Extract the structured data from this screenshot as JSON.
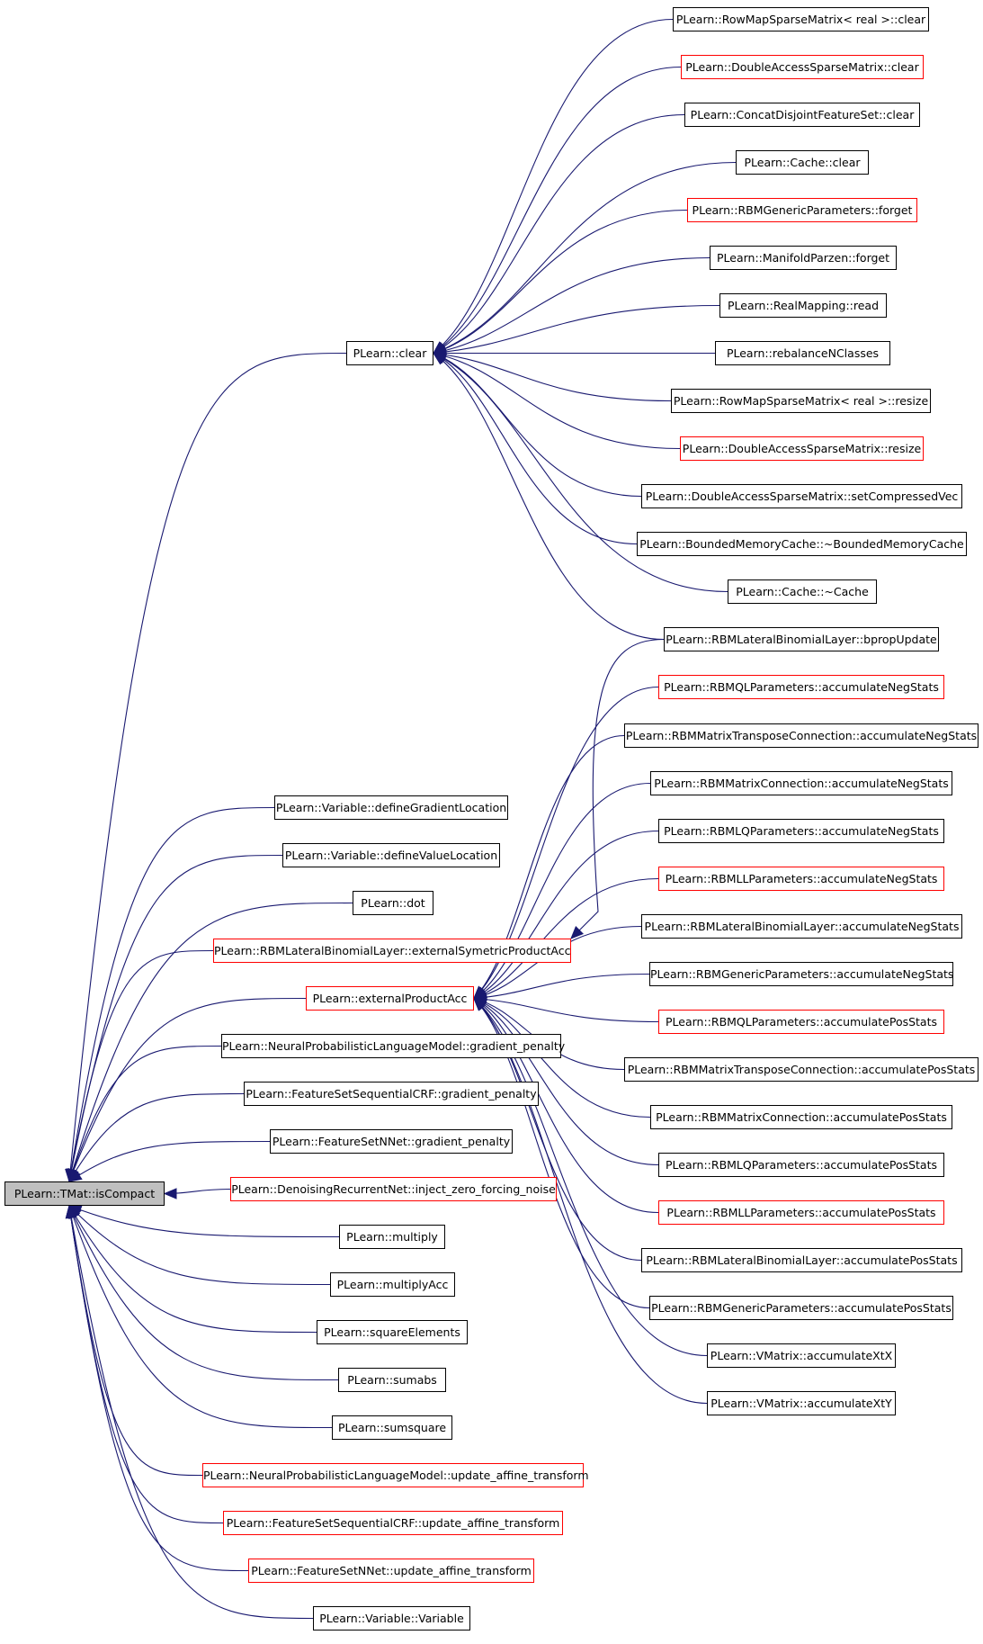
{
  "diagram": {
    "type": "call-graph",
    "colors": {
      "edge": "#191970",
      "node_border": "#000000",
      "node_border_partial": "#ff0000",
      "root_fill": "#bfbfbf"
    },
    "nodes": [
      {
        "id": "root",
        "label": "PLearn::TMat::isCompact",
        "kind": "root"
      },
      {
        "id": "clear",
        "label": "PLearn::clear",
        "kind": "normal"
      },
      {
        "id": "c1",
        "label": "PLearn::RowMapSparseMatrix< real >::clear",
        "kind": "normal"
      },
      {
        "id": "c2",
        "label": "PLearn::DoubleAccessSparseMatrix::clear",
        "kind": "partial"
      },
      {
        "id": "c3",
        "label": "PLearn::ConcatDisjointFeatureSet::clear",
        "kind": "normal"
      },
      {
        "id": "c4",
        "label": "PLearn::Cache::clear",
        "kind": "normal"
      },
      {
        "id": "c5",
        "label": "PLearn::RBMGenericParameters::forget",
        "kind": "partial"
      },
      {
        "id": "c6",
        "label": "PLearn::ManifoldParzen::forget",
        "kind": "normal"
      },
      {
        "id": "c7",
        "label": "PLearn::RealMapping::read",
        "kind": "normal"
      },
      {
        "id": "c8",
        "label": "PLearn::rebalanceNClasses",
        "kind": "normal"
      },
      {
        "id": "c9",
        "label": "PLearn::RowMapSparseMatrix< real >::resize",
        "kind": "normal"
      },
      {
        "id": "c10",
        "label": "PLearn::DoubleAccessSparseMatrix::resize",
        "kind": "partial"
      },
      {
        "id": "c11",
        "label": "PLearn::DoubleAccessSparseMatrix::setCompressedVec",
        "kind": "normal"
      },
      {
        "id": "c12",
        "label": "PLearn::BoundedMemoryCache::~BoundedMemoryCache",
        "kind": "normal"
      },
      {
        "id": "c13",
        "label": "PLearn::Cache::~Cache",
        "kind": "normal"
      },
      {
        "id": "bprop",
        "label": "PLearn::RBMLateralBinomialLayer::bpropUpdate",
        "kind": "normal"
      },
      {
        "id": "e1",
        "label": "PLearn::RBMQLParameters::accumulateNegStats",
        "kind": "partial"
      },
      {
        "id": "e2",
        "label": "PLearn::RBMMatrixTransposeConnection::accumulateNegStats",
        "kind": "normal"
      },
      {
        "id": "e3",
        "label": "PLearn::RBMMatrixConnection::accumulateNegStats",
        "kind": "normal"
      },
      {
        "id": "e4",
        "label": "PLearn::RBMLQParameters::accumulateNegStats",
        "kind": "normal"
      },
      {
        "id": "e5",
        "label": "PLearn::RBMLLParameters::accumulateNegStats",
        "kind": "partial"
      },
      {
        "id": "e6",
        "label": "PLearn::RBMLateralBinomialLayer::accumulateNegStats",
        "kind": "normal"
      },
      {
        "id": "e7",
        "label": "PLearn::RBMGenericParameters::accumulateNegStats",
        "kind": "normal"
      },
      {
        "id": "e8",
        "label": "PLearn::RBMQLParameters::accumulatePosStats",
        "kind": "partial"
      },
      {
        "id": "e9",
        "label": "PLearn::RBMMatrixTransposeConnection::accumulatePosStats",
        "kind": "normal"
      },
      {
        "id": "e10",
        "label": "PLearn::RBMMatrixConnection::accumulatePosStats",
        "kind": "normal"
      },
      {
        "id": "e11",
        "label": "PLearn::RBMLQParameters::accumulatePosStats",
        "kind": "normal"
      },
      {
        "id": "e12",
        "label": "PLearn::RBMLLParameters::accumulatePosStats",
        "kind": "partial"
      },
      {
        "id": "e13",
        "label": "PLearn::RBMLateralBinomialLayer::accumulatePosStats",
        "kind": "normal"
      },
      {
        "id": "e14",
        "label": "PLearn::RBMGenericParameters::accumulatePosStats",
        "kind": "normal"
      },
      {
        "id": "e15",
        "label": "PLearn::VMatrix::accumulateXtX",
        "kind": "normal"
      },
      {
        "id": "e16",
        "label": "PLearn::VMatrix::accumulateXtY",
        "kind": "normal"
      },
      {
        "id": "m1",
        "label": "PLearn::Variable::defineGradientLocation",
        "kind": "normal"
      },
      {
        "id": "m2",
        "label": "PLearn::Variable::defineValueLocation",
        "kind": "normal"
      },
      {
        "id": "m3",
        "label": "PLearn::dot",
        "kind": "normal"
      },
      {
        "id": "ext",
        "label": "PLearn::RBMLateralBinomialLayer::externalSymetricProductAcc",
        "kind": "partial"
      },
      {
        "id": "epa",
        "label": "PLearn::externalProductAcc",
        "kind": "partial"
      },
      {
        "id": "m6",
        "label": "PLearn::NeuralProbabilisticLanguageModel::gradient_penalty",
        "kind": "normal"
      },
      {
        "id": "m7",
        "label": "PLearn::FeatureSetSequentialCRF::gradient_penalty",
        "kind": "normal"
      },
      {
        "id": "m8",
        "label": "PLearn::FeatureSetNNet::gradient_penalty",
        "kind": "normal"
      },
      {
        "id": "m9",
        "label": "PLearn::DenoisingRecurrentNet::inject_zero_forcing_noise",
        "kind": "partial"
      },
      {
        "id": "m10",
        "label": "PLearn::multiply",
        "kind": "normal"
      },
      {
        "id": "m11",
        "label": "PLearn::multiplyAcc",
        "kind": "normal"
      },
      {
        "id": "m12",
        "label": "PLearn::squareElements",
        "kind": "normal"
      },
      {
        "id": "m13",
        "label": "PLearn::sumabs",
        "kind": "normal"
      },
      {
        "id": "m14",
        "label": "PLearn::sumsquare",
        "kind": "normal"
      },
      {
        "id": "m15",
        "label": "PLearn::NeuralProbabilisticLanguageModel::update_affine_transform",
        "kind": "partial"
      },
      {
        "id": "m16",
        "label": "PLearn::FeatureSetSequentialCRF::update_affine_transform",
        "kind": "partial"
      },
      {
        "id": "m17",
        "label": "PLearn::FeatureSetNNet::update_affine_transform",
        "kind": "partial"
      },
      {
        "id": "m18",
        "label": "PLearn::Variable::Variable",
        "kind": "normal"
      }
    ],
    "edges": [
      [
        "clear",
        "root"
      ],
      [
        "m1",
        "root"
      ],
      [
        "m2",
        "root"
      ],
      [
        "m3",
        "root"
      ],
      [
        "ext",
        "root"
      ],
      [
        "epa",
        "root"
      ],
      [
        "m6",
        "root"
      ],
      [
        "m7",
        "root"
      ],
      [
        "m8",
        "root"
      ],
      [
        "m9",
        "root"
      ],
      [
        "m10",
        "root"
      ],
      [
        "m11",
        "root"
      ],
      [
        "m12",
        "root"
      ],
      [
        "m13",
        "root"
      ],
      [
        "m14",
        "root"
      ],
      [
        "m15",
        "root"
      ],
      [
        "m16",
        "root"
      ],
      [
        "m17",
        "root"
      ],
      [
        "m18",
        "root"
      ],
      [
        "c1",
        "clear"
      ],
      [
        "c2",
        "clear"
      ],
      [
        "c3",
        "clear"
      ],
      [
        "c4",
        "clear"
      ],
      [
        "c5",
        "clear"
      ],
      [
        "c6",
        "clear"
      ],
      [
        "c7",
        "clear"
      ],
      [
        "c8",
        "clear"
      ],
      [
        "c9",
        "clear"
      ],
      [
        "c10",
        "clear"
      ],
      [
        "c11",
        "clear"
      ],
      [
        "c12",
        "clear"
      ],
      [
        "c13",
        "clear"
      ],
      [
        "bprop",
        "clear"
      ],
      [
        "bprop",
        "ext"
      ],
      [
        "e1",
        "epa"
      ],
      [
        "e2",
        "epa"
      ],
      [
        "e3",
        "epa"
      ],
      [
        "e4",
        "epa"
      ],
      [
        "e5",
        "epa"
      ],
      [
        "e6",
        "epa"
      ],
      [
        "e7",
        "epa"
      ],
      [
        "e8",
        "epa"
      ],
      [
        "e9",
        "epa"
      ],
      [
        "e10",
        "epa"
      ],
      [
        "e11",
        "epa"
      ],
      [
        "e12",
        "epa"
      ],
      [
        "e13",
        "epa"
      ],
      [
        "e14",
        "epa"
      ],
      [
        "e15",
        "epa"
      ],
      [
        "e16",
        "epa"
      ]
    ]
  }
}
